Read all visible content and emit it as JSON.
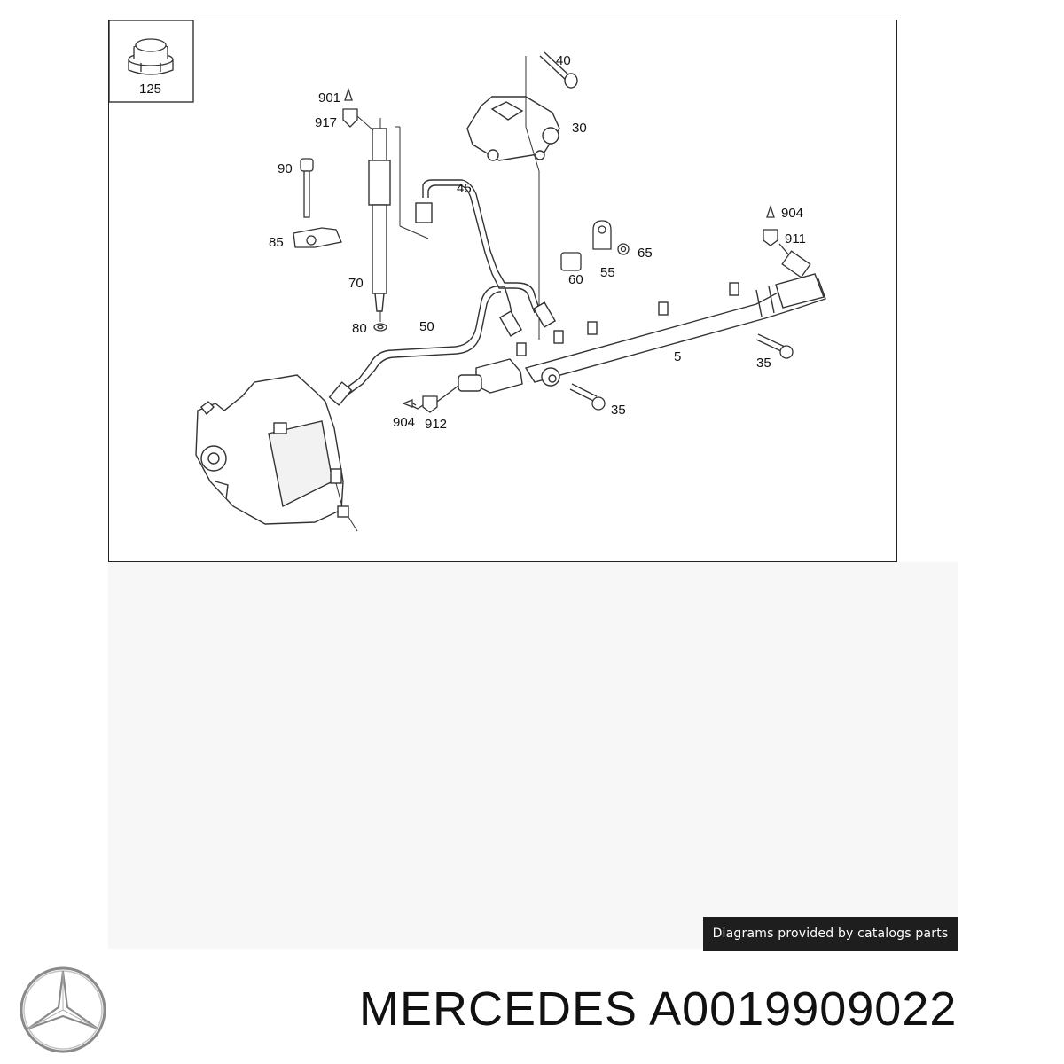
{
  "diagram": {
    "part_labels": [
      "125",
      "40",
      "30",
      "901",
      "917",
      "90",
      "45",
      "904",
      "911",
      "85",
      "65",
      "70",
      "60",
      "55",
      "80",
      "50",
      "5",
      "35",
      "35",
      "904",
      "912"
    ]
  },
  "credit": {
    "text": "Diagrams provided by catalogs parts"
  },
  "footer": {
    "title": "MERCEDES A0019909022",
    "logo_icon": "mercedes-star-icon"
  }
}
